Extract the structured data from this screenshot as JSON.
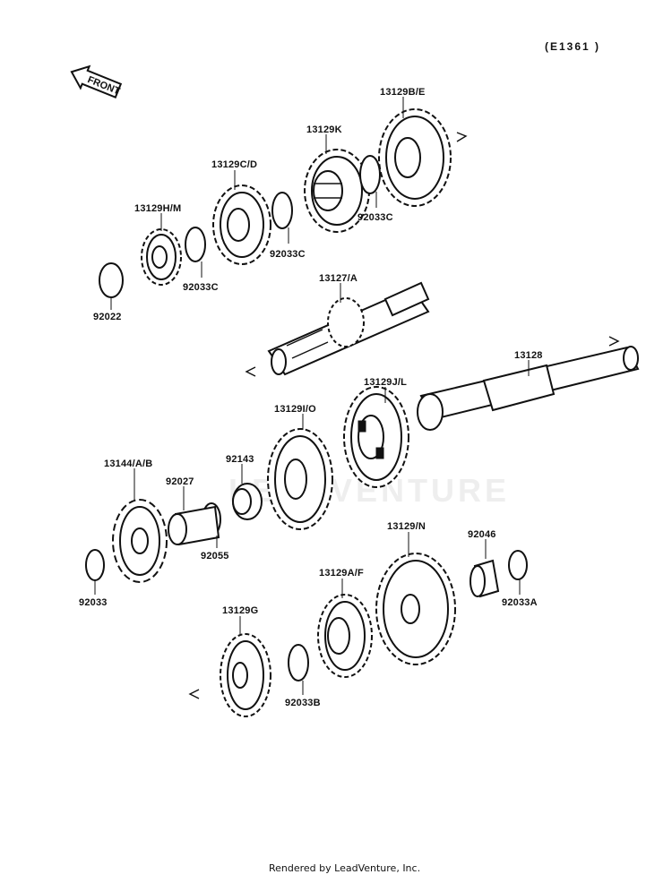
{
  "diagram_code": "(E1361 )",
  "front_label": "FRONT",
  "watermark": "LEADVENTURE",
  "footer": "Rendered by LeadVenture, Inc.",
  "parts": [
    "13129B/E",
    "13129K",
    "13129C/D",
    "92033C",
    "92033C",
    "13129H/M",
    "92033C",
    "92022",
    "13127/A",
    "13128",
    "13129J/L",
    "13129I/O",
    "92143",
    "13144/A/B",
    "92027",
    "92055",
    "92033",
    "13129/N",
    "92046",
    "92033A",
    "13129A/F",
    "13129G",
    "92033B"
  ]
}
